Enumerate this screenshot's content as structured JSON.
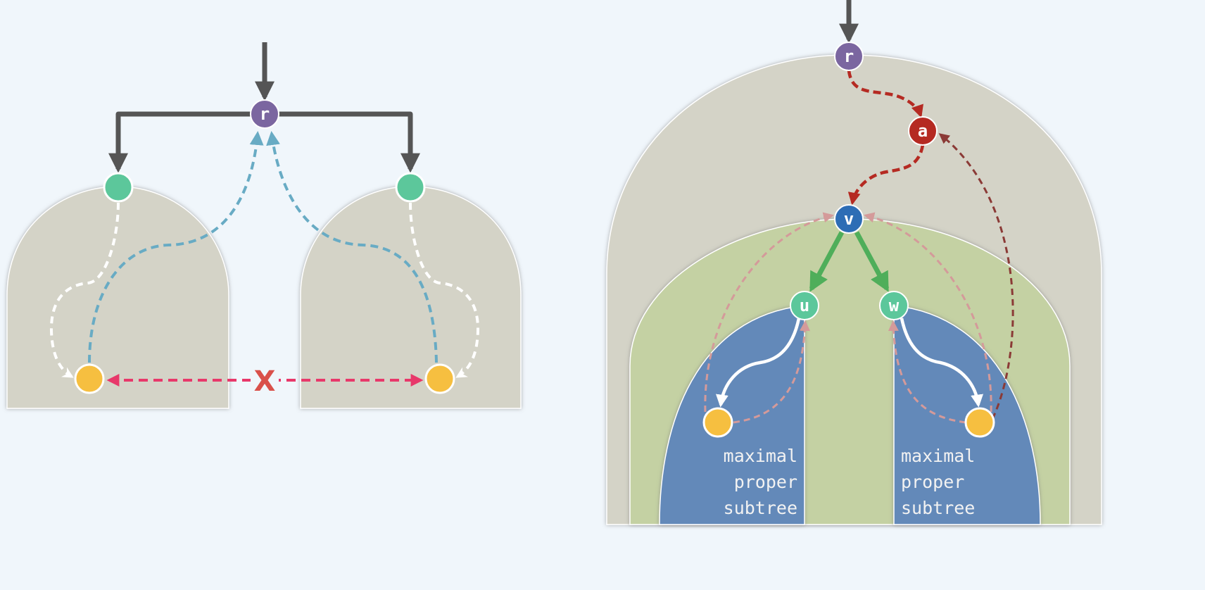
{
  "left_diagram": {
    "root_label": "r",
    "blocked_mark": "X"
  },
  "right_diagram": {
    "nodes": {
      "r": "r",
      "a": "a",
      "v": "v",
      "u": "u",
      "w": "w"
    },
    "left_subtree_label": [
      "maximal",
      "proper",
      "subtree"
    ],
    "right_subtree_label": [
      "maximal",
      "proper",
      "subtree"
    ]
  },
  "colors": {
    "background": "#f0f6fb",
    "region_gray": "#d4d3c7",
    "region_green": "#c4d1a3",
    "region_blue": "#6489b9",
    "node_root": "#7b66a0",
    "node_a": "#b52a22",
    "node_v": "#2d6db5",
    "node_child": "#5cc79b",
    "node_leaf": "#f6bf40"
  }
}
